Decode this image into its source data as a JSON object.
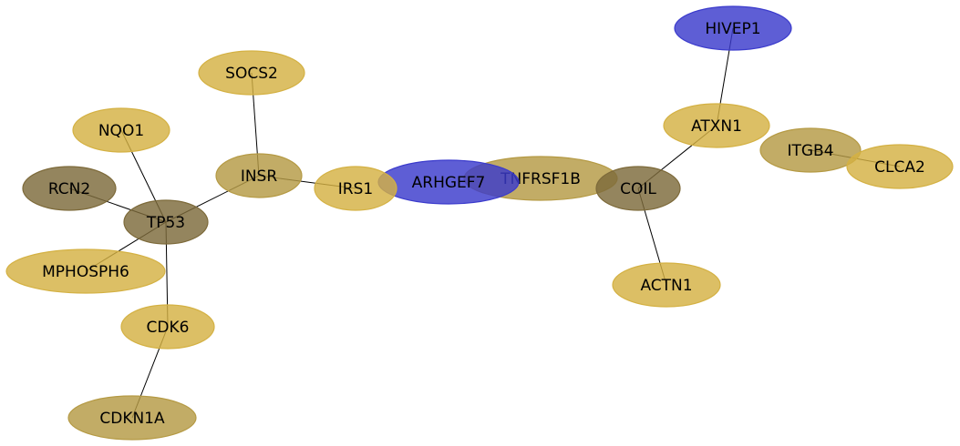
{
  "palette": {
    "gold": "#d4b143",
    "olive_gold": "#b59a44",
    "dark_olive": "#7d6a3a",
    "blue": "#3b3bcc",
    "edge": "#000000"
  },
  "nodes": [
    {
      "id": "HIVEP1",
      "label": "HIVEP1",
      "color": "blue"
    },
    {
      "id": "SOCS2",
      "label": "SOCS2",
      "color": "gold"
    },
    {
      "id": "ATXN1",
      "label": "ATXN1",
      "color": "gold"
    },
    {
      "id": "NQO1",
      "label": "NQO1",
      "color": "gold"
    },
    {
      "id": "ITGB4",
      "label": "ITGB4",
      "color": "olive_gold"
    },
    {
      "id": "CLCA2",
      "label": "CLCA2",
      "color": "gold"
    },
    {
      "id": "INSR",
      "label": "INSR",
      "color": "olive_gold"
    },
    {
      "id": "TNFRSF1B",
      "label": "TNFRSF1B",
      "color": "olive_gold"
    },
    {
      "id": "ARHGEF7",
      "label": "ARHGEF7",
      "color": "blue"
    },
    {
      "id": "IRS1",
      "label": "IRS1",
      "color": "gold"
    },
    {
      "id": "COIL",
      "label": "COIL",
      "color": "dark_olive"
    },
    {
      "id": "RCN2",
      "label": "RCN2",
      "color": "dark_olive"
    },
    {
      "id": "TP53",
      "label": "TP53",
      "color": "dark_olive"
    },
    {
      "id": "MPHOSPH6",
      "label": "MPHOSPH6",
      "color": "gold"
    },
    {
      "id": "ACTN1",
      "label": "ACTN1",
      "color": "gold"
    },
    {
      "id": "CDK6",
      "label": "CDK6",
      "color": "gold"
    },
    {
      "id": "CDKN1A",
      "label": "CDKN1A",
      "color": "olive_gold"
    }
  ],
  "edges": [
    [
      "HIVEP1",
      "ATXN1"
    ],
    [
      "ATXN1",
      "COIL"
    ],
    [
      "ITGB4",
      "CLCA2"
    ],
    [
      "SOCS2",
      "INSR"
    ],
    [
      "INSR",
      "TP53"
    ],
    [
      "INSR",
      "IRS1"
    ],
    [
      "NQO1",
      "TP53"
    ],
    [
      "RCN2",
      "TP53"
    ],
    [
      "TP53",
      "MPHOSPH6"
    ],
    [
      "TP53",
      "CDK6"
    ],
    [
      "CDK6",
      "CDKN1A"
    ],
    [
      "COIL",
      "ACTN1"
    ]
  ]
}
